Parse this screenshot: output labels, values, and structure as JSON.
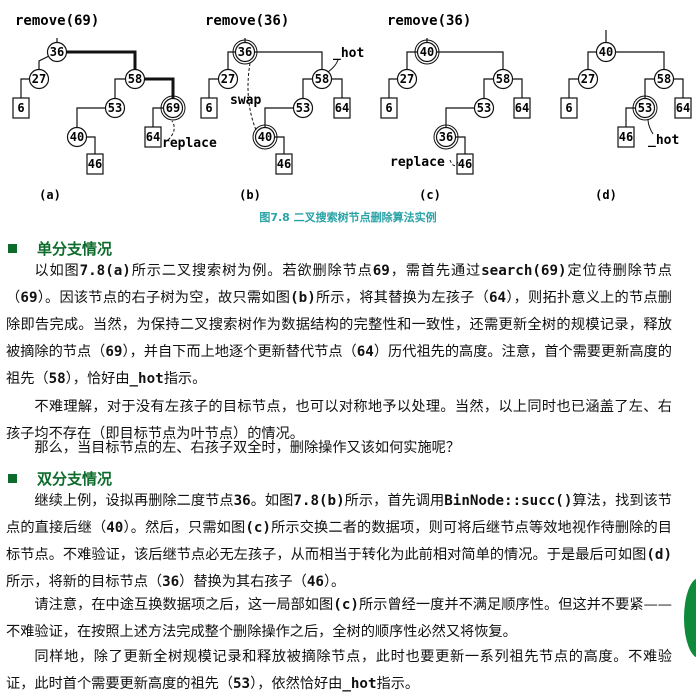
{
  "figure": {
    "a": {
      "op": "remove(69)",
      "label": "(a)",
      "nodes": [
        "36",
        "27",
        "58",
        "6",
        "53",
        "69",
        "40",
        "64",
        "46"
      ],
      "ann": [
        "replace"
      ]
    },
    "b": {
      "op": "remove(36)",
      "label": "(b)",
      "nodes": [
        "36",
        "27",
        "58",
        "6",
        "53",
        "64",
        "40",
        "46"
      ],
      "ann": [
        "_hot",
        "swap"
      ]
    },
    "c": {
      "op": "remove(36)",
      "label": "(c)",
      "nodes": [
        "40",
        "27",
        "58",
        "6",
        "53",
        "64",
        "36",
        "46"
      ],
      "ann": [
        "replace"
      ]
    },
    "d": {
      "label": "(d)",
      "nodes": [
        "40",
        "27",
        "58",
        "6",
        "53",
        "64",
        "46"
      ],
      "ann": [
        "_hot"
      ]
    },
    "caption": "图7.8  二叉搜索树节点删除算法实例"
  },
  "sections": {
    "single": {
      "heading": "单分支情况",
      "p1": [
        {
          "t": "以如图"
        },
        {
          "t": "7.8(a)",
          "m": 1
        },
        {
          "t": "所示二叉搜索树为例。若欲删除节点"
        },
        {
          "t": "69",
          "m": 1
        },
        {
          "t": "，需首先通过"
        },
        {
          "t": "search(69)",
          "m": 1
        },
        {
          "t": "定位待删除节点（"
        },
        {
          "t": "69",
          "m": 1
        },
        {
          "t": "）。因该节点的右子树为空，故只需如图"
        },
        {
          "t": "(b)",
          "m": 1
        },
        {
          "t": "所示，将其替换为左孩子（"
        },
        {
          "t": "64",
          "m": 1
        },
        {
          "t": "），则拓扑意义上的节点删除即告完成。当然，为保持二叉搜索树作为数据结构的完整性和一致性，还需更新全树的规模记录，释放被摘除的节点（"
        },
        {
          "t": "69",
          "m": 1
        },
        {
          "t": "），并自下而上地逐个更新替代节点（"
        },
        {
          "t": "64",
          "m": 1
        },
        {
          "t": "）历代祖先的高度。注意，首个需要更新高度的祖先（"
        },
        {
          "t": "58",
          "m": 1
        },
        {
          "t": "），恰好由"
        },
        {
          "t": "_hot",
          "m": 1
        },
        {
          "t": "指示。"
        }
      ],
      "p2": [
        {
          "t": "不难理解，对于没有左孩子的目标节点，也可以对称地予以处理。当然，以上同时也已涵盖了左、右孩子均不存在（即目标节点为叶节点）的情况。"
        }
      ],
      "p3": [
        {
          "t": "那么，当目标节点的左、右孩子双全时，删除操作又该如何实施呢？"
        }
      ]
    },
    "double": {
      "heading": "双分支情况",
      "p1": [
        {
          "t": "继续上例，设拟再删除二度节点"
        },
        {
          "t": "36",
          "m": 1
        },
        {
          "t": "。如图"
        },
        {
          "t": "7.8(b)",
          "m": 1
        },
        {
          "t": "所示，首先调用"
        },
        {
          "t": "BinNode::succ()",
          "m": 1
        },
        {
          "t": "算法，找到该节点的直接后继（"
        },
        {
          "t": "40",
          "m": 1
        },
        {
          "t": "）。然后，只需如图"
        },
        {
          "t": "(c)",
          "m": 1
        },
        {
          "t": "所示交换二者的数据项，则可将后继节点等效地视作待删除的目标节点。不难验证，该后继节点必无左孩子，从而相当于转化为此前相对简单的情况。于是最后可如图"
        },
        {
          "t": "(d)",
          "m": 1
        },
        {
          "t": "所示，将新的目标节点（"
        },
        {
          "t": "36",
          "m": 1
        },
        {
          "t": "）替换为其右孩子（"
        },
        {
          "t": "46",
          "m": 1
        },
        {
          "t": "）。"
        }
      ],
      "p2": [
        {
          "t": "请注意，在中途互换数据项之后，这一局部如图"
        },
        {
          "t": "(c)",
          "m": 1
        },
        {
          "t": "所示曾经一度并不满足顺序性。但这并不要紧——不难验证，在按照上述方法完成整个删除操作之后，全树的顺序性必然又将恢复。"
        }
      ],
      "p3": [
        {
          "t": "同样地，除了更新全树规模记录和释放被摘除节点，此时也要更新一系列祖先节点的高度。不难验证，此时首个需要更新高度的祖先（"
        },
        {
          "t": "53",
          "m": 1
        },
        {
          "t": "），依然恰好由"
        },
        {
          "t": "_hot",
          "m": 1
        },
        {
          "t": "指示。"
        }
      ]
    }
  }
}
